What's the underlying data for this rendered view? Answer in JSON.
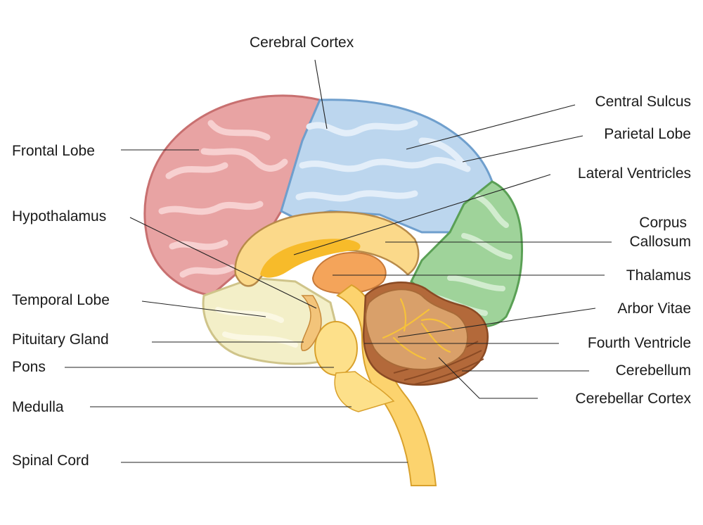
{
  "labels": {
    "cerebral_cortex": "Cerebral Cortex",
    "frontal_lobe": "Frontal Lobe",
    "hypothalamus": "Hypothalamus",
    "temporal_lobe": "Temporal Lobe",
    "pituitary_gland": "Pituitary Gland",
    "pons": "Pons",
    "medulla": "Medulla",
    "spinal_cord": "Spinal Cord",
    "central_sulcus": "Central Sulcus",
    "parietal_lobe": "Parietal Lobe",
    "lateral_ventricles": "Lateral Ventricles",
    "corpus_callosum_line1": "Corpus",
    "corpus_callosum_line2": "Callosum",
    "thalamus": "Thalamus",
    "arbor_vitae": "Arbor Vitae",
    "fourth_ventricle": "Fourth Ventricle",
    "cerebellum": "Cerebellum",
    "cerebellar_cortex": "Cerebellar Cortex"
  },
  "colors": {
    "frontal_fill": "#e8a3a3",
    "frontal_stroke": "#c87070",
    "parietal_fill": "#bcd6ee",
    "parietal_stroke": "#6f9fcd",
    "occipital_fill": "#9fd39a",
    "occipital_stroke": "#5aa055",
    "temporal_fill": "#f3efc8",
    "temporal_stroke": "#cfc48a",
    "corpus_fill": "#fbd98a",
    "brainstem_fill": "#fcd36e",
    "cerebellum_fill": "#c98a4e",
    "cerebellum_cortex": "#b3693a"
  }
}
